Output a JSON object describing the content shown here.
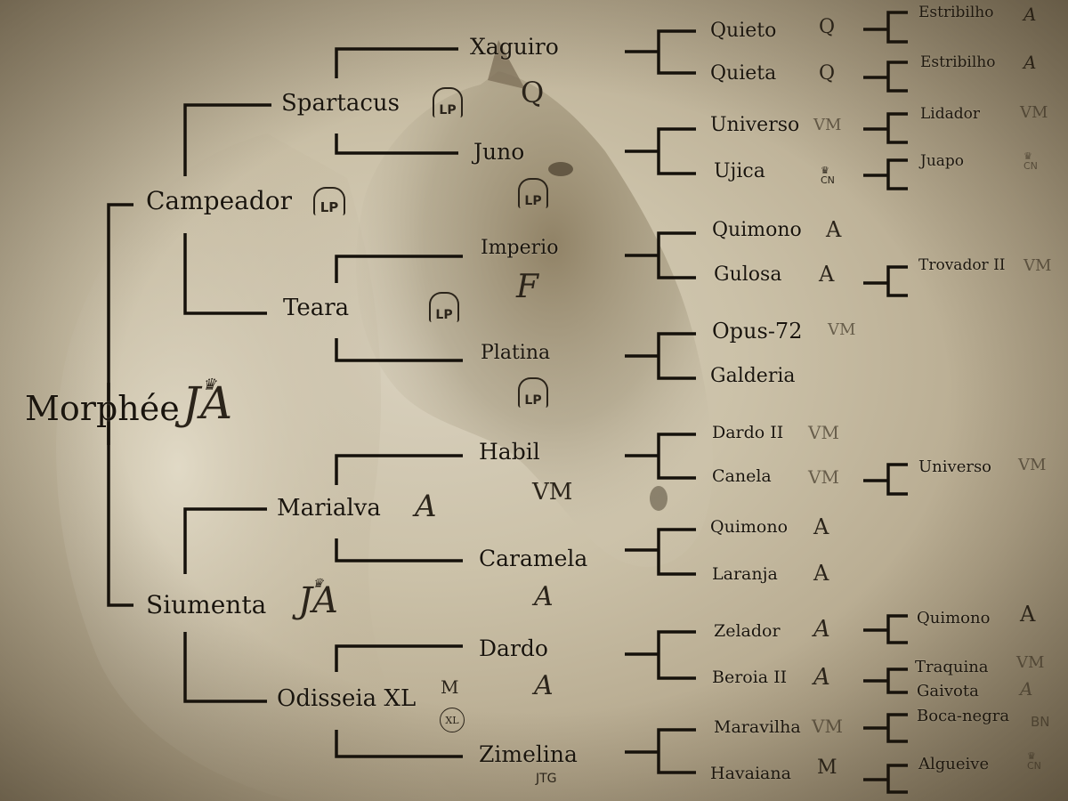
{
  "pedigree": {
    "root": {
      "name": "Morphée",
      "brand": "JA"
    },
    "sire": {
      "name": "Campeador",
      "brand": "LP"
    },
    "dam": {
      "name": "Siumenta",
      "brand": "JA"
    },
    "sire_sire": {
      "name": "Spartacus",
      "brand": "LP"
    },
    "sire_dam": {
      "name": "Teara",
      "brand": "LP"
    },
    "dam_sire": {
      "name": "Marialva",
      "brand": "A"
    },
    "dam_dam": {
      "name": "Odisseia XL",
      "brand": "XL"
    },
    "gen3": [
      {
        "name": "Xaguiro",
        "brand": "Q"
      },
      {
        "name": "Juno",
        "brand": "LP"
      },
      {
        "name": "Imperio",
        "brand": "F"
      },
      {
        "name": "Platina",
        "brand": "LP"
      },
      {
        "name": "Habil",
        "brand": "VM"
      },
      {
        "name": "Caramela",
        "brand": "A"
      },
      {
        "name": "Dardo",
        "brand": "A"
      },
      {
        "name": "Zimelina",
        "brand": "JTG"
      }
    ],
    "gen4": [
      {
        "name": "Quieto",
        "brand": "Q"
      },
      {
        "name": "Quieta",
        "brand": "Q"
      },
      {
        "name": "Universo",
        "brand": "VM"
      },
      {
        "name": "Ujica",
        "brand": "CN"
      },
      {
        "name": "Quimono",
        "brand": "A"
      },
      {
        "name": "Gulosa",
        "brand": "A"
      },
      {
        "name": "Opus-72",
        "brand": "VM"
      },
      {
        "name": "Galderia",
        "brand": ""
      },
      {
        "name": "Dardo II",
        "brand": "VM"
      },
      {
        "name": "Canela",
        "brand": "VM"
      },
      {
        "name": "Quimono",
        "brand": "A"
      },
      {
        "name": "Laranja",
        "brand": "A"
      },
      {
        "name": "Zelador",
        "brand": "A"
      },
      {
        "name": "Beroia II",
        "brand": "A"
      },
      {
        "name": "Maravilha",
        "brand": "VM"
      },
      {
        "name": "Havaiana",
        "brand": "M"
      }
    ],
    "gen5": [
      {
        "name": "Estribilho",
        "brand": "A"
      },
      {
        "name": "Estribilho",
        "brand": "A"
      },
      {
        "name": "Lidador",
        "brand": "VM"
      },
      {
        "name": "Juapo",
        "brand": "CN"
      },
      {
        "name": "Trovador II",
        "brand": "VM"
      },
      {
        "name": "Universo",
        "brand": "VM"
      },
      {
        "name": "Quimono",
        "brand": "A"
      },
      {
        "name": "Traquina",
        "brand": "VM"
      },
      {
        "name": "Gaivota",
        "brand": "A"
      },
      {
        "name": "Boca-negra",
        "brand": "BN"
      },
      {
        "name": "Algueive",
        "brand": "CN"
      }
    ]
  },
  "colors": {
    "background": "#c9bfa6",
    "ink": "#1a150e",
    "horse": "#7e705a"
  }
}
